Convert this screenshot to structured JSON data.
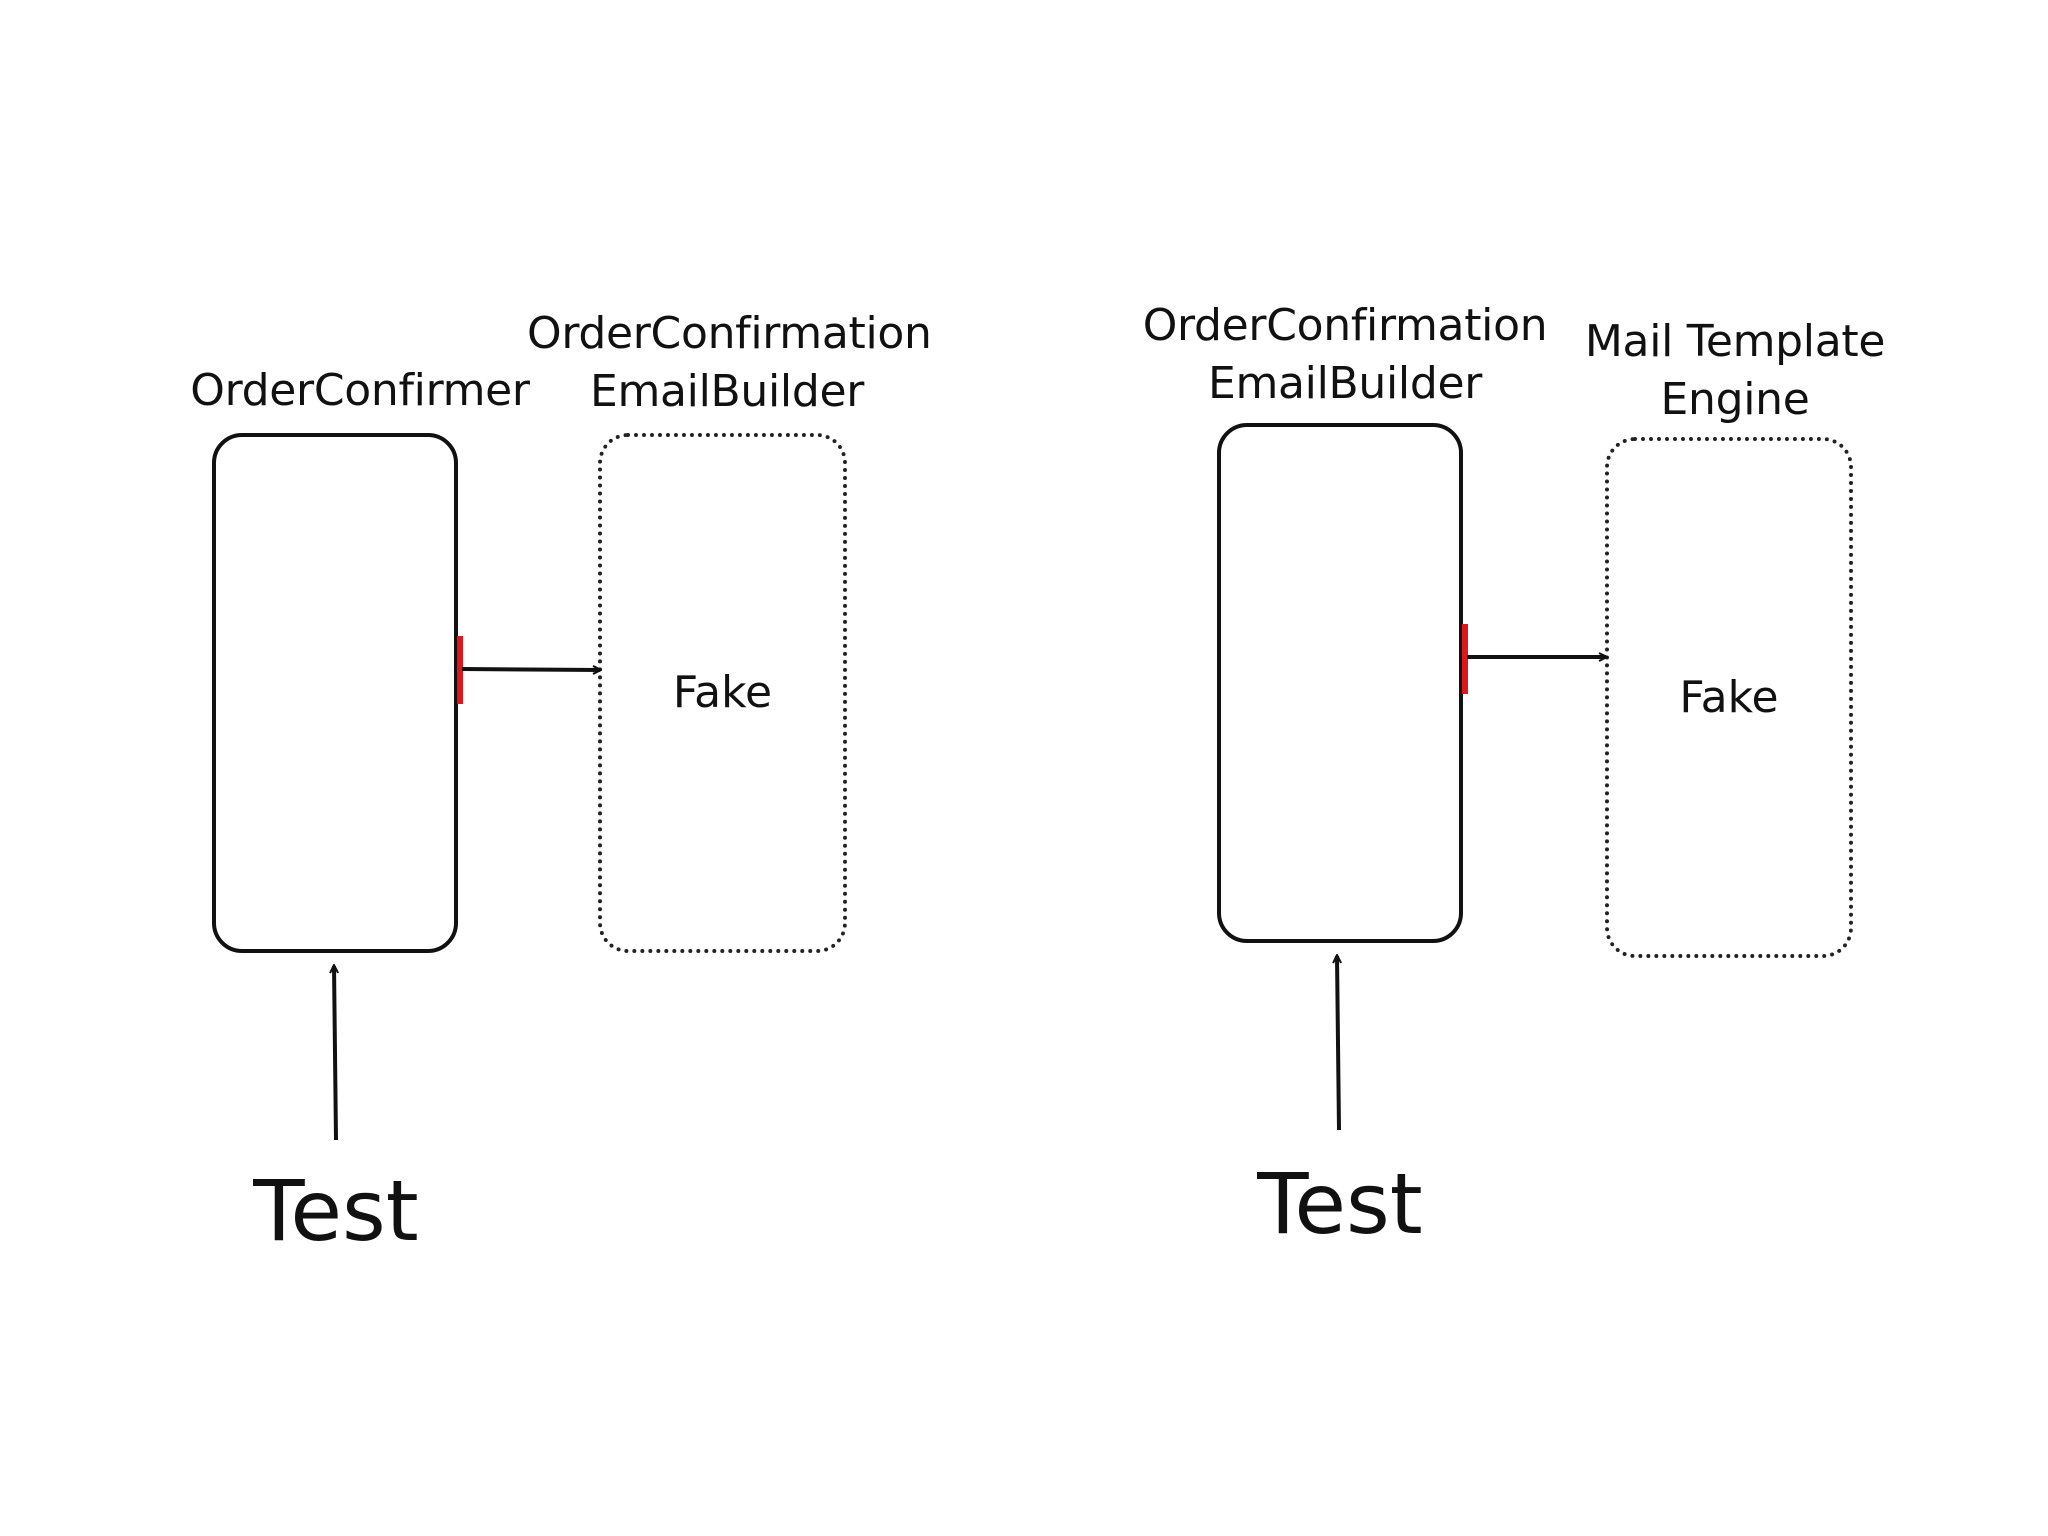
{
  "left_diagram": {
    "main_component": {
      "name": "OrderConfirmer"
    },
    "dependency": {
      "name_line1": "OrderConfirmation",
      "name_line2": "EmailBuilder",
      "role": "Fake"
    },
    "driver": "Test"
  },
  "right_diagram": {
    "main_component": {
      "name_line1": "OrderConfirmation",
      "name_line2": "EmailBuilder"
    },
    "dependency": {
      "name_line1": "Mail Template",
      "name_line2": "Engine",
      "role": "Fake"
    },
    "driver": "Test"
  },
  "colors": {
    "stroke": "#111111",
    "interface_marker": "#e0161c"
  }
}
